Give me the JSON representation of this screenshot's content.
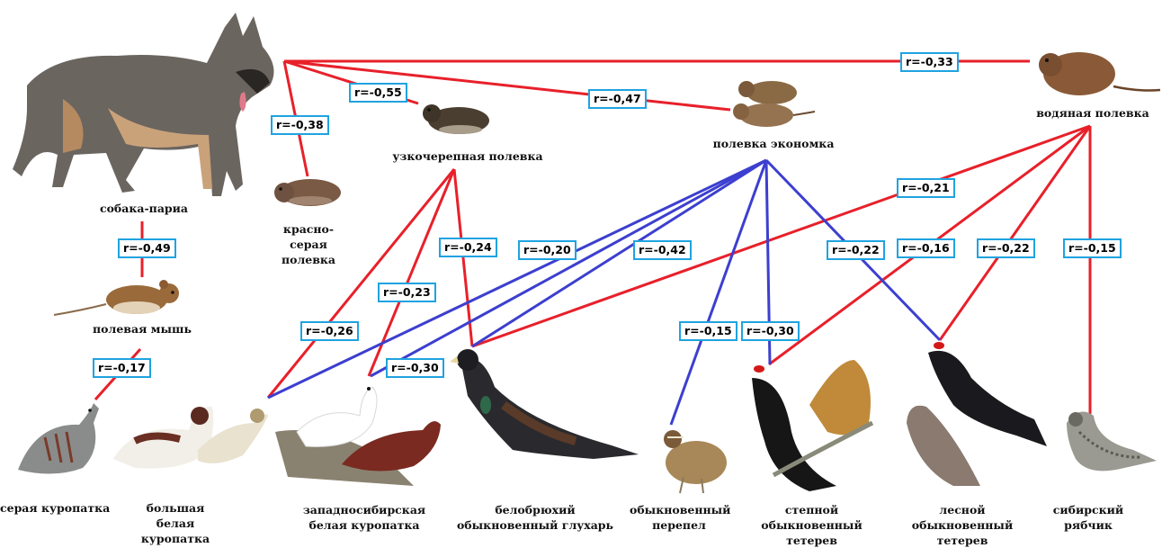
{
  "nodes": {
    "dog": "собака-париа",
    "field_mouse": "полевая мышь",
    "grey_vole": "красно-серая полевка",
    "narrow_vole": "узкочерепная полевка",
    "root_vole": "полевка экономка",
    "water_vole": "водяная полевка",
    "grey_partridge": "серая куропатка",
    "willow_ptarmigan_big": "большая белая куропатка",
    "willow_ptarmigan_ws": "западносибирская белая куропатка",
    "capercaillie": "белобрюхий обыкновенный глухарь",
    "quail": "обыкновенный перепел",
    "steppe_grouse": "степной обыкновенный тетерев",
    "forest_grouse": "лесной обыкновенный тетерев",
    "hazel_grouse": "сибирский рябчик"
  },
  "colors": {
    "negative_link": "#e8202a",
    "vole_link": "#3c3fcf",
    "box_border": "#1fa3e0"
  },
  "correlations": {
    "dog_water": "r=-0,33",
    "dog_narrow": "r=-0,55",
    "dog_root": "r=-0,47",
    "dog_grey": "r=-0,38",
    "dog_mouse": "r=-0,49",
    "mouse_partridge": "r=-0,17",
    "narrow_big": "r=-0,26",
    "narrow_ws": "r=-0,23",
    "narrow_caper": "r=-0,24",
    "root_big": "r=-0,20",
    "root_ws": "r=-0,30",
    "root_42": "r=-0,42",
    "root_quail": "r=-0,15",
    "root_steppe": "r=-0,30",
    "root_forest": "r=-0,22",
    "water_caper": "r=-0,21",
    "water_steppe": "r=-0,16",
    "water_forest": "r=-0,22",
    "water_hazel": "r=-0,15"
  }
}
